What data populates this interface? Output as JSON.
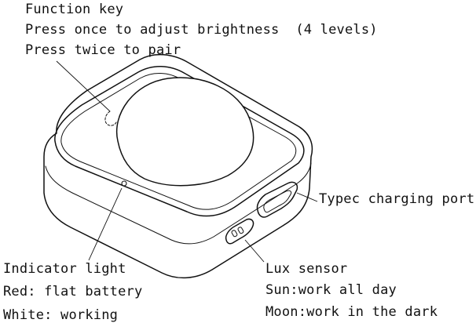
{
  "function_key": {
    "title": "Function key",
    "line1": "Press once to adjust brightness  (4 levels)",
    "line2": "Press twice to pair"
  },
  "indicator": {
    "title": "Indicator light",
    "line1": "Red: flat battery",
    "line2": "White: working"
  },
  "charging_port": {
    "title": "Typec charging port"
  },
  "lux_sensor": {
    "title": "Lux sensor",
    "line1": "Sun:work all day",
    "line2": "Moon:work in the dark"
  },
  "colors": {
    "ink": "#111111",
    "background": "#ffffff"
  }
}
